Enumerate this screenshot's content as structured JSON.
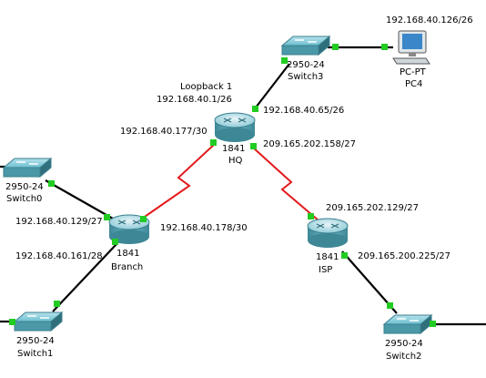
{
  "colors": {
    "serial_link": "#e31a1c",
    "ethernet_link": "#000000",
    "port_up": "#22cc22",
    "device_body": "#5fb3c4",
    "device_dark": "#3b7f8e"
  },
  "devices": {
    "switch3": {
      "model": "2950-24",
      "name": "Switch3",
      "icon": "switch-icon"
    },
    "pc4": {
      "model": "PC-PT",
      "name": "PC4",
      "icon": "pc-icon"
    },
    "hq": {
      "model": "1841",
      "name": "HQ",
      "icon": "router-icon"
    },
    "switch0": {
      "model": "2950-24",
      "name": "Switch0",
      "icon": "switch-icon"
    },
    "branch": {
      "model": "1841",
      "name": "Branch",
      "icon": "router-icon"
    },
    "isp": {
      "model": "1841",
      "name": "ISP",
      "icon": "router-icon"
    },
    "switch1": {
      "model": "2950-24",
      "name": "Switch1",
      "icon": "switch-icon"
    },
    "switch2": {
      "model": "2950-24",
      "name": "Switch2",
      "icon": "switch-icon"
    }
  },
  "interfaces": {
    "pc4_ip": "192.168.40.126/26",
    "loopback_label": "Loopback 1",
    "loopback_ip": "192.168.40.1/26",
    "hq_lan": "192.168.40.65/26",
    "hq_to_branch": "192.168.40.177/30",
    "hq_to_isp": "209.165.202.158/27",
    "branch_lan0": "192.168.40.129/27",
    "branch_to_hq": "192.168.40.178/30",
    "branch_lan1": "192.168.40.161/28",
    "isp_to_hq": "209.165.202.129/27",
    "isp_lan": "209.165.200.225/27"
  }
}
